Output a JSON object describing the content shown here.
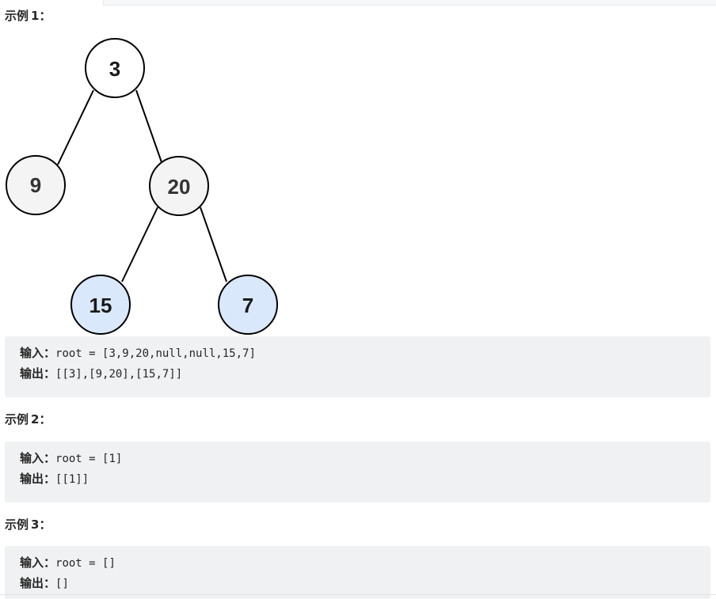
{
  "examples": [
    {
      "heading": "示例",
      "number": "1",
      "colon": "：",
      "input_label": "输入：",
      "input_value": "root = [3,9,20,null,null,15,7]",
      "output_label": "输出：",
      "output_value": "[[3],[9,20],[15,7]]"
    },
    {
      "heading": "示例",
      "number": "2",
      "colon": "：",
      "input_label": "输入：",
      "input_value": "root = [1]",
      "output_label": "输出：",
      "output_value": "[[1]]"
    },
    {
      "heading": "示例",
      "number": "3",
      "colon": "：",
      "input_label": "输入：",
      "input_value": "root = []",
      "output_label": "输出：",
      "output_value": "[]"
    }
  ],
  "tree": {
    "nodes": [
      {
        "id": "root",
        "label": "3",
        "fill": "#ffffff"
      },
      {
        "id": "left",
        "label": "9",
        "fill": "#f4f4f4"
      },
      {
        "id": "right",
        "label": "20",
        "fill": "#f4f4f4"
      },
      {
        "id": "right-left",
        "label": "15",
        "fill": "#dae8fc"
      },
      {
        "id": "right-right",
        "label": "7",
        "fill": "#dae8fc"
      }
    ],
    "stroke_color": "#000000"
  }
}
